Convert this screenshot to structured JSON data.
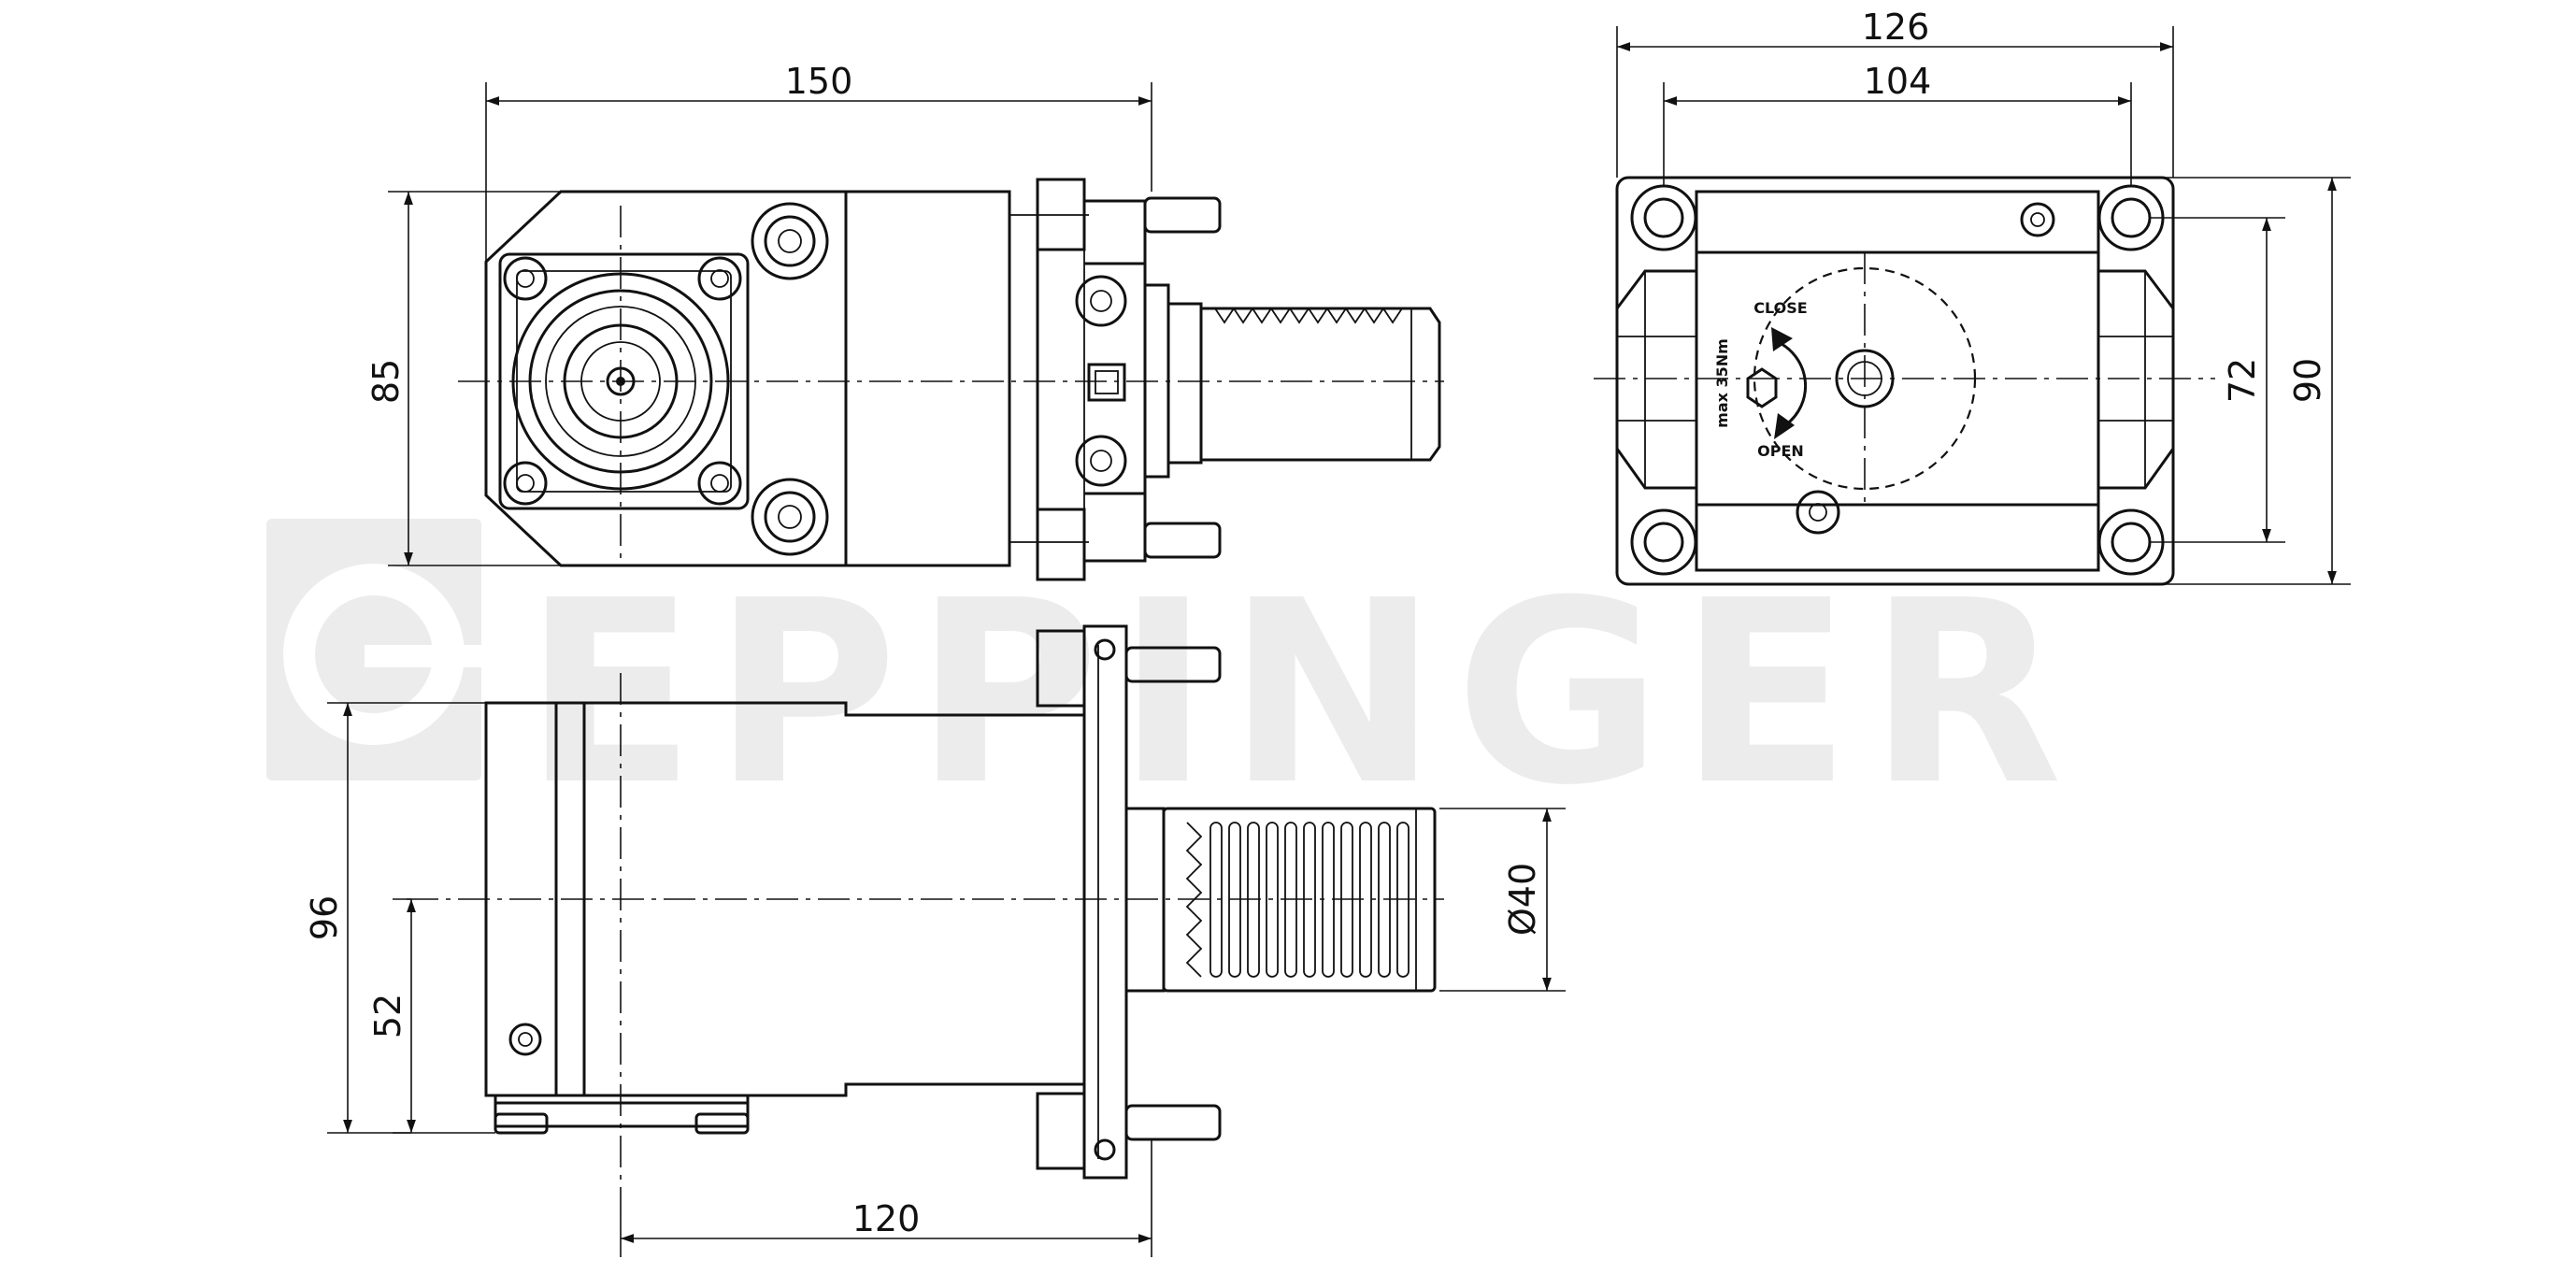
{
  "watermark": {
    "text": "EPPINGER",
    "color": "#ececec"
  },
  "colors": {
    "line": "#111111",
    "background": "#ffffff"
  },
  "dimensions": {
    "front_width": "150",
    "front_height": "85",
    "side_overall_width": "126",
    "side_inner_width": "104",
    "side_overall_height": "90",
    "side_inner_height": "72",
    "top_height": "96",
    "top_center_height": "52",
    "top_length": "120",
    "shank_diameter": "Ø40"
  },
  "side_view_labels": {
    "close": "CLOSE",
    "torque": "max 35Nm",
    "open": "OPEN"
  }
}
